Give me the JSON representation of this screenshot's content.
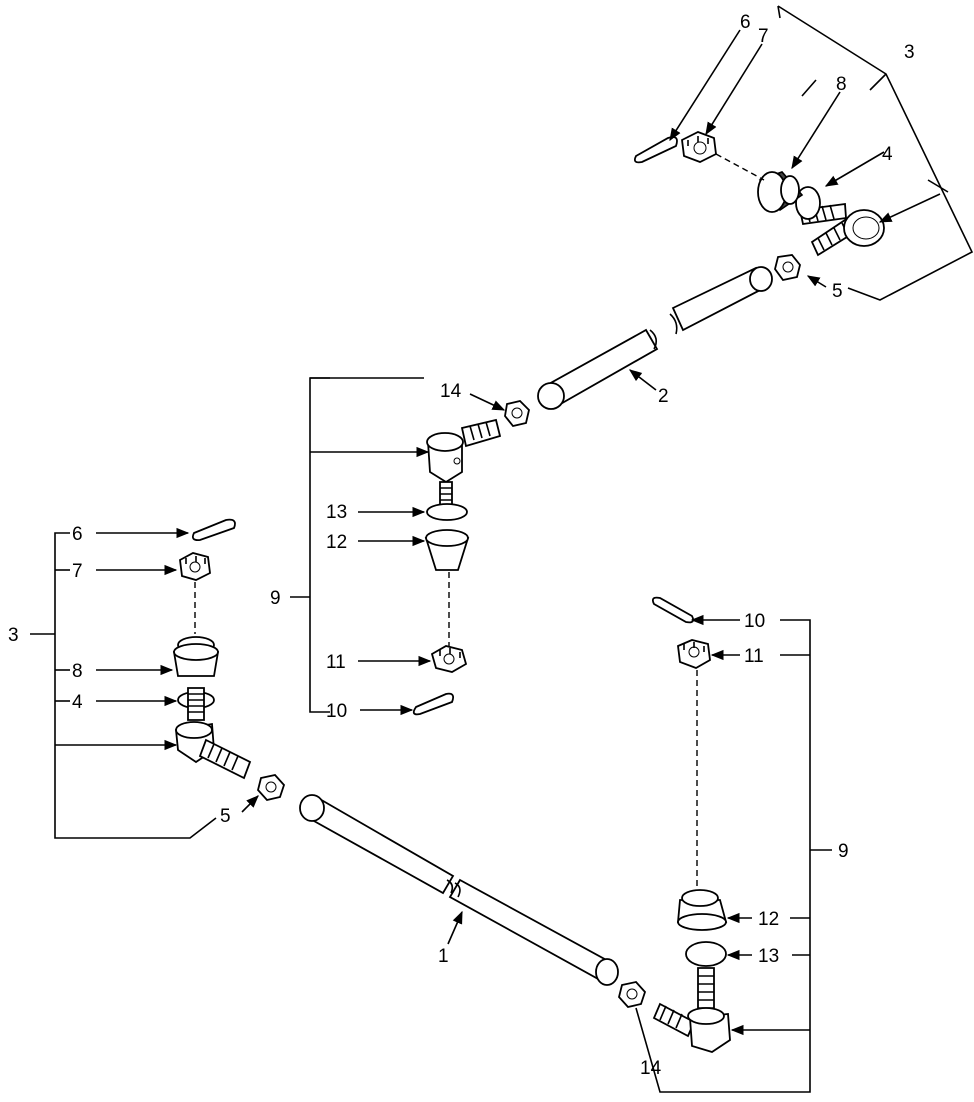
{
  "labels": {
    "l1": "1",
    "l2": "2",
    "l3_top": "3",
    "l3_left": "3",
    "l4_top": "4",
    "l4_left": "4",
    "l5_top": "5",
    "l5_left": "5",
    "l6_top": "6",
    "l6_left": "6",
    "l7_top": "7",
    "l7_left": "7",
    "l8_top": "8",
    "l8_left": "8",
    "l9_mid": "9",
    "l9_right": "9",
    "l10_mid": "10",
    "l10_right": "10",
    "l11_mid": "11",
    "l11_right": "11",
    "l12_mid": "12",
    "l12_right": "12",
    "l13_mid": "13",
    "l13_right": "13",
    "l14_mid": "14",
    "l14_right": "14"
  }
}
